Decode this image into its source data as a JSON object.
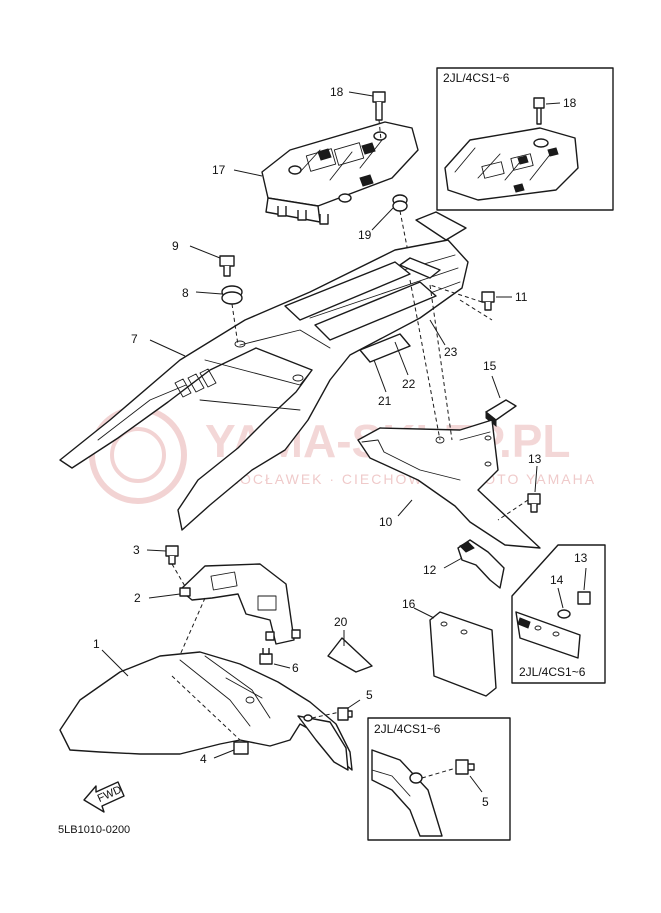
{
  "diagram": {
    "callouts": {
      "c1": "1",
      "c2": "2",
      "c3": "3",
      "c4": "4",
      "c5": "5",
      "c5b": "5",
      "c6": "6",
      "c7": "7",
      "c8": "8",
      "c9": "9",
      "c10": "10",
      "c11": "11",
      "c12": "12",
      "c13": "13",
      "c13b": "13",
      "c14": "14",
      "c15": "15",
      "c16": "16",
      "c17": "17",
      "c18": "18",
      "c18b": "18",
      "c19": "19",
      "c20": "20",
      "c21": "21",
      "c22": "22",
      "c23": "23"
    },
    "variant_label": "2JL/4CS1~6",
    "diagram_code": "5LB1010-0200",
    "fwd_label": "FWD",
    "watermark": {
      "title": "YAMA-SKLEP.PL",
      "subtitle": "WŁOCŁAWEK · CIECHOWICZ · MOTO YAMAHA"
    }
  }
}
